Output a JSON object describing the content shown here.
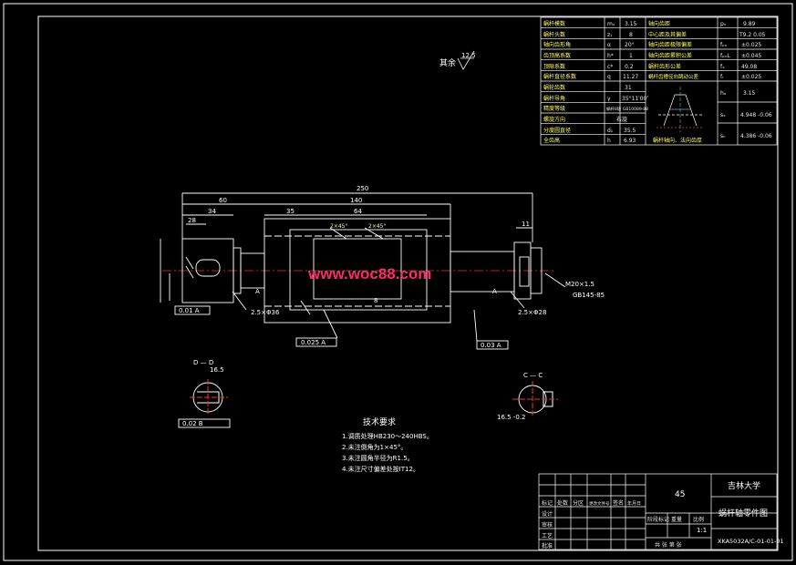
{
  "param_table": {
    "left": [
      {
        "label": "蜗杆模数",
        "sym": "mₓ",
        "value": "3.15"
      },
      {
        "label": "蜗杆头数",
        "sym": "z₁",
        "value": "8"
      },
      {
        "label": "轴向齿形角",
        "sym": "α",
        "value": "20°"
      },
      {
        "label": "齿顶高系数",
        "sym": "h*",
        "value": "1"
      },
      {
        "label": "顶隙系数",
        "sym": "c*",
        "value": "0.2"
      },
      {
        "label": "蜗杆直径系数",
        "sym": "q",
        "value": "11.27"
      },
      {
        "label": "蜗轮齿数",
        "sym": "",
        "value": "31"
      },
      {
        "label": "蜗杆导角",
        "sym": "γ",
        "value": "35°11′00″"
      },
      {
        "label": "精度等级",
        "sym": "",
        "value": "蜗杆8级 GB10089-88"
      },
      {
        "label": "螺旋方向",
        "sym": "",
        "value": "右旋"
      },
      {
        "label": "分度圆直径",
        "sym": "d₁",
        "value": "35.5"
      },
      {
        "label": "全齿高",
        "sym": "h",
        "value": "6.93"
      }
    ],
    "right": [
      {
        "label": "轴向齿距",
        "sym": "pₓ",
        "value": "9.89"
      },
      {
        "label": "中心距及其偏差",
        "sym": "",
        "value": "T9.2 0.05"
      },
      {
        "label": "轴向齿距极限偏差",
        "sym": "fₚₓ",
        "value": "±0.025"
      },
      {
        "label": "轴向齿距累积公差",
        "sym": "fₚₓL",
        "value": "±0.045"
      },
      {
        "label": "蜗杆齿形公差",
        "sym": "fₓ",
        "value": "49.08"
      },
      {
        "label": "蜗杆齿槽径向跳动公差",
        "sym": "fᵣ",
        "value": "±0.025"
      }
    ],
    "side": [
      {
        "sym": "hₐ",
        "value": "3.15"
      },
      {
        "sym": "sₓ",
        "value": "4.948 -0.06"
      },
      {
        "sym": "sₙ",
        "value": "4.386 -0.06"
      }
    ],
    "caption": "蜗杆轴向、法向齿厚"
  },
  "surface": {
    "prefix": "其余",
    "ra": "12.5"
  },
  "dims": {
    "overall": "250",
    "d1": "60",
    "d2": "34",
    "d3": "140",
    "d4": "35",
    "d5": "64",
    "d6": "28",
    "d7": "11",
    "chamfer1": "2×45°",
    "chamfer2": "2×45°",
    "tol1": "0.01 A",
    "tol2": "0.025 A",
    "tol3": "0.03 A",
    "key": "8",
    "thread": "M20×1.5",
    "center": "GB145-85",
    "note_left": "A",
    "note_right": "A",
    "bearing_fit": "2.5×Φ36",
    "d_small": "2.5×Φ28"
  },
  "sections": {
    "d_label": "D — D",
    "d_dim": "16.5",
    "d_tol": "0.02 B",
    "c_label": "C — C",
    "c_dim": "16.5 -0.2"
  },
  "requirements": {
    "title": "技术要求",
    "items": [
      "1.调质处理HB230～240HBS。",
      "2.未注倒角为1×45°。",
      "3.未注圆角半径为R1.5。",
      "4.未注尺寸偏差处按IT12。"
    ]
  },
  "title_block": {
    "school": "吉林大学",
    "drawing": "蜗杆轴零件图",
    "material": "45",
    "scale": "1:1",
    "number": "XKA5032A/C-01-01-01",
    "rows": [
      "标记",
      "处数",
      "分区",
      "更改文件号",
      "签名",
      "年月日"
    ],
    "roles": [
      "设计",
      "审核",
      "工艺",
      "批准"
    ],
    "stage": "阶段标记",
    "weight": "重量",
    "ratio": "比例",
    "sheet": "共  张  第  张"
  },
  "watermark": "www.woc88.com"
}
